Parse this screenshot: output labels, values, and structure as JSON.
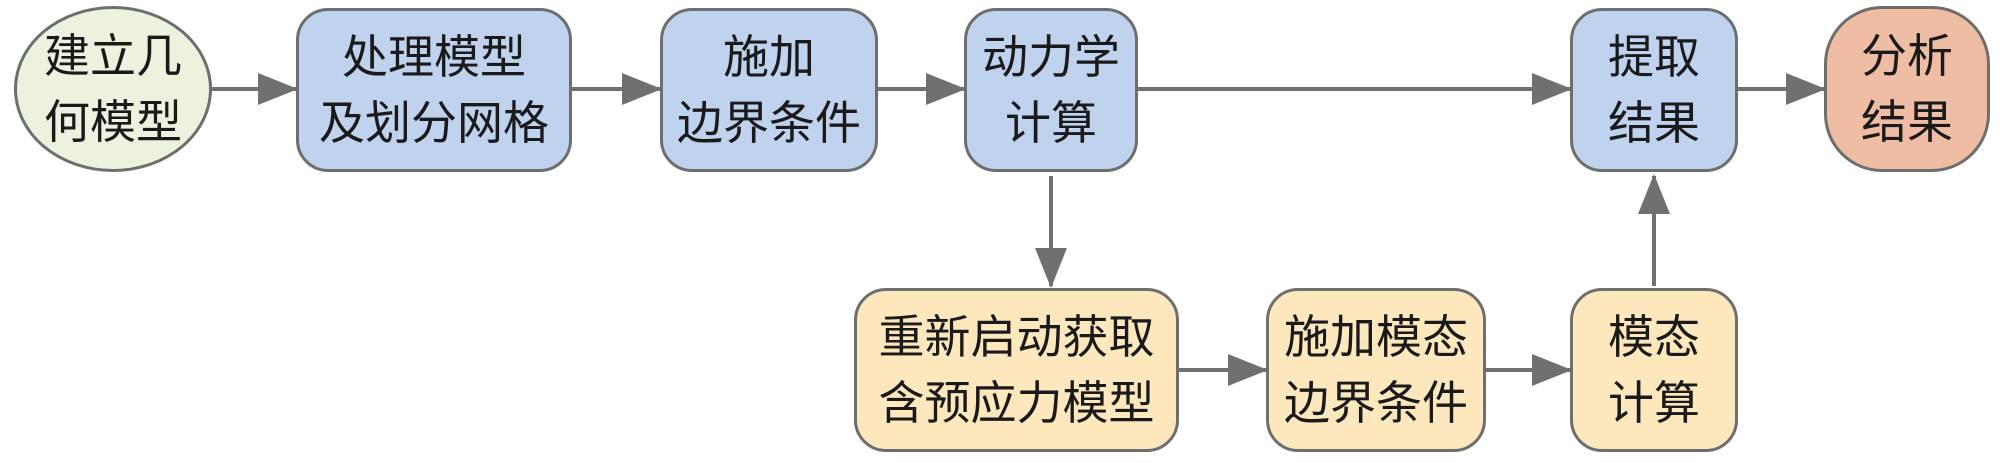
{
  "flow": {
    "nodes": [
      {
        "id": "build-geometry",
        "lines": [
          "建立几",
          "何模型"
        ],
        "color": "#ebf3df"
      },
      {
        "id": "process-model-mesh",
        "lines": [
          "处理模型",
          "及划分网格"
        ],
        "color": "#bfd2ee"
      },
      {
        "id": "apply-boundary",
        "lines": [
          "施加",
          "边界条件"
        ],
        "color": "#bfd2ee"
      },
      {
        "id": "dynamics-calc",
        "lines": [
          "动力学",
          "计算"
        ],
        "color": "#bfd2ee"
      },
      {
        "id": "extract-results",
        "lines": [
          "提取",
          "结果"
        ],
        "color": "#bfd2ee"
      },
      {
        "id": "analyze-results",
        "lines": [
          "分析",
          "结果"
        ],
        "color": "#eebda3"
      },
      {
        "id": "restart-prestress",
        "lines": [
          "重新启动获取",
          "含预应力模型"
        ],
        "color": "#fde7bd"
      },
      {
        "id": "modal-boundary",
        "lines": [
          "施加模态",
          "边界条件"
        ],
        "color": "#fde7bd"
      },
      {
        "id": "modal-calc",
        "lines": [
          "模态",
          "计算"
        ],
        "color": "#fde7bd"
      }
    ],
    "edges": [
      [
        "build-geometry",
        "process-model-mesh"
      ],
      [
        "process-model-mesh",
        "apply-boundary"
      ],
      [
        "apply-boundary",
        "dynamics-calc"
      ],
      [
        "dynamics-calc",
        "extract-results"
      ],
      [
        "extract-results",
        "analyze-results"
      ],
      [
        "dynamics-calc",
        "restart-prestress"
      ],
      [
        "restart-prestress",
        "modal-boundary"
      ],
      [
        "modal-boundary",
        "modal-calc"
      ],
      [
        "modal-calc",
        "extract-results"
      ]
    ],
    "arrow_color": "#707070"
  }
}
